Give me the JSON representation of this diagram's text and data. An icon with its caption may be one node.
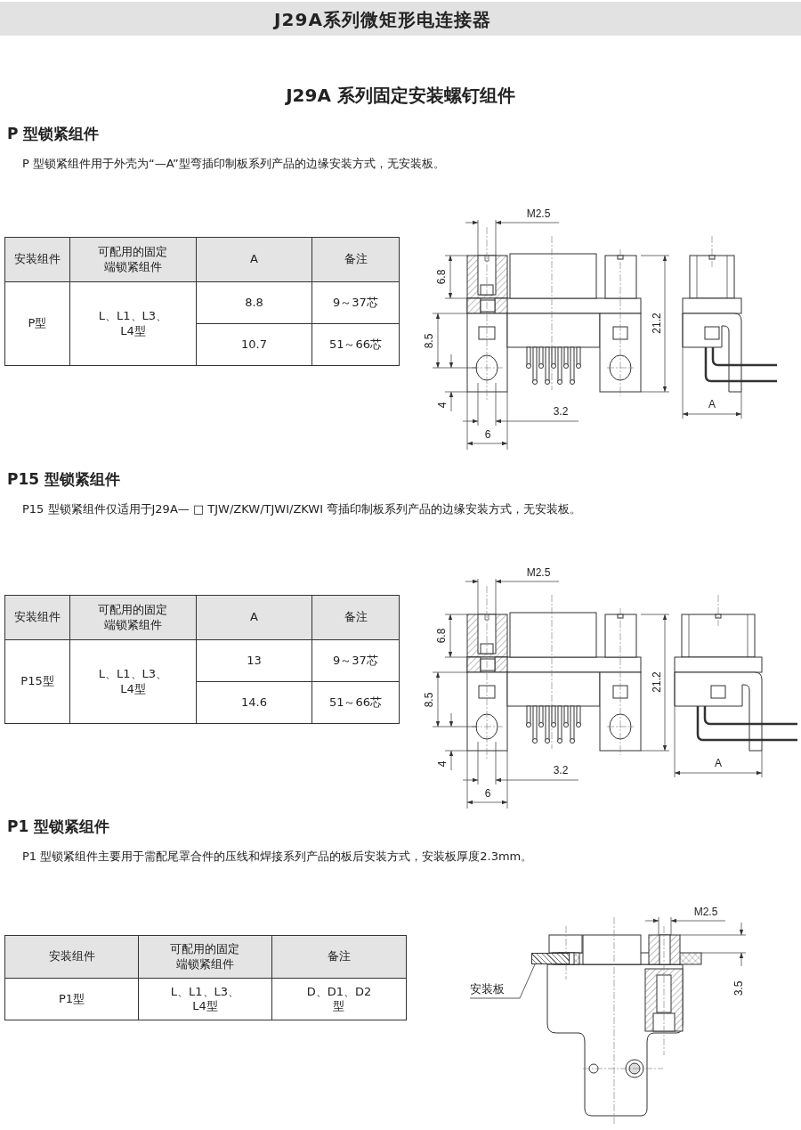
{
  "diagram": {
    "title": "J29A 系列固定安装螺钉组件",
    "nodes": [
      {
        "text": [
          "安装板"
        ]
      },
      {
        "text": [],
        "shape": "box"
      }
    ],
    "edges": [
      {
        "from": 0,
        "to": 1,
        "arrow": "none"
      }
    ],
    "labels": [
      "J29A系列微矩形电连接器",
      "P 型锁紧组件",
      "P 型锁紧组件用于外壳为“—A”型弯插印制板系列产品的边缘安装方式，无安装板。",
      "安装组件",
      "可配用的固定端锁紧组件",
      "A",
      "备注",
      "P型",
      "L、L1、L3、L4型",
      "8.8",
      "9～37芯",
      "10.7",
      "51～66芯",
      "M2.5",
      "6.8",
      "8.5",
      "4",
      "6",
      "3.2",
      "21.2",
      "A",
      "P15 型锁紧组件",
      "P15 型锁紧组件仅适用于J29A— □ TJW/ZKW/TJWI/ZKWI 弯插印制板系列产品的边缘安装方式，无安装板。",
      "安装组件",
      "可配用的固定端锁紧组件",
      "A",
      "备注",
      "P15型",
      "L、L1、L3、L4型",
      "13",
      "9～37芯",
      "14.6",
      "51～66芯",
      "M2.5",
      "6.8",
      "8.5",
      "4",
      "6",
      "3.2",
      "21.2",
      "A",
      "P1 型锁紧组件",
      "P1 型锁紧组件主要用于需配尾罩合件的压线和焊接系列产品的板后安装方式，安装板厚度2.3mm。",
      "安装组件",
      "可配用的固定端锁紧组件",
      "备注",
      "P1型",
      "L、L1、L3、L4型",
      "D、D1、D2 型",
      "M2.5",
      "3.5"
    ]
  }
}
